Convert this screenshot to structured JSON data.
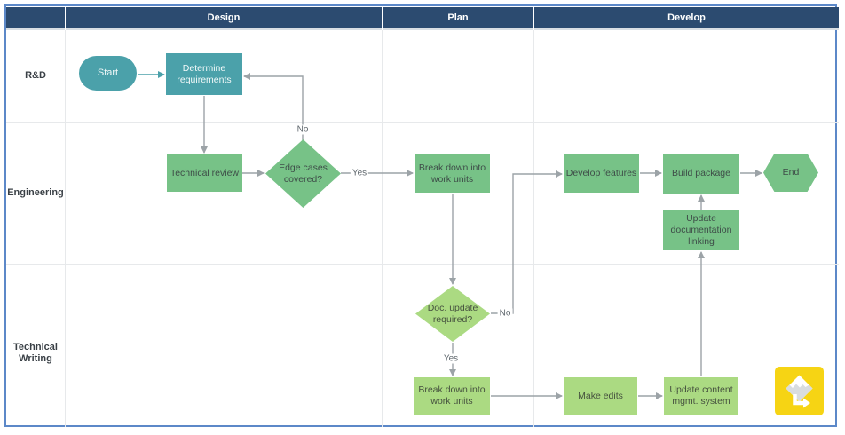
{
  "diagram": {
    "phases": [
      {
        "label": "Design"
      },
      {
        "label": "Plan"
      },
      {
        "label": "Develop"
      }
    ],
    "lanes": [
      {
        "label": "R&D"
      },
      {
        "label": "Engineering"
      },
      {
        "label": "Technical Writing"
      }
    ],
    "nodes": {
      "start": "Start",
      "determine_requirements": "Determine requirements",
      "technical_review": "Technical review",
      "edge_cases": "Edge cases covered?",
      "breakdown_eng": "Break down into work units",
      "develop_features": "Develop features",
      "build_package": "Build package",
      "end": "End",
      "update_doc_linking": "Update documentation linking",
      "doc_update": "Doc. update required?",
      "breakdown_tw": "Break down into work units",
      "make_edits": "Make edits",
      "update_cms": "Update content mgmt. system"
    },
    "edge_labels": {
      "edge_cases_no": "No",
      "edge_cases_yes": "Yes",
      "doc_update_no": "No",
      "doc_update_yes": "Yes"
    },
    "colors": {
      "frame_border": "#5C88C8",
      "header": "#2C4B70",
      "teal": "#4BA1AA",
      "green_mid": "#77C287",
      "green_light": "#ABDA82",
      "connector": "#9CA3A7",
      "logo_yellow": "#F6D414"
    },
    "icons": {
      "watermark": "diamond-bent-arrow-logo"
    }
  }
}
